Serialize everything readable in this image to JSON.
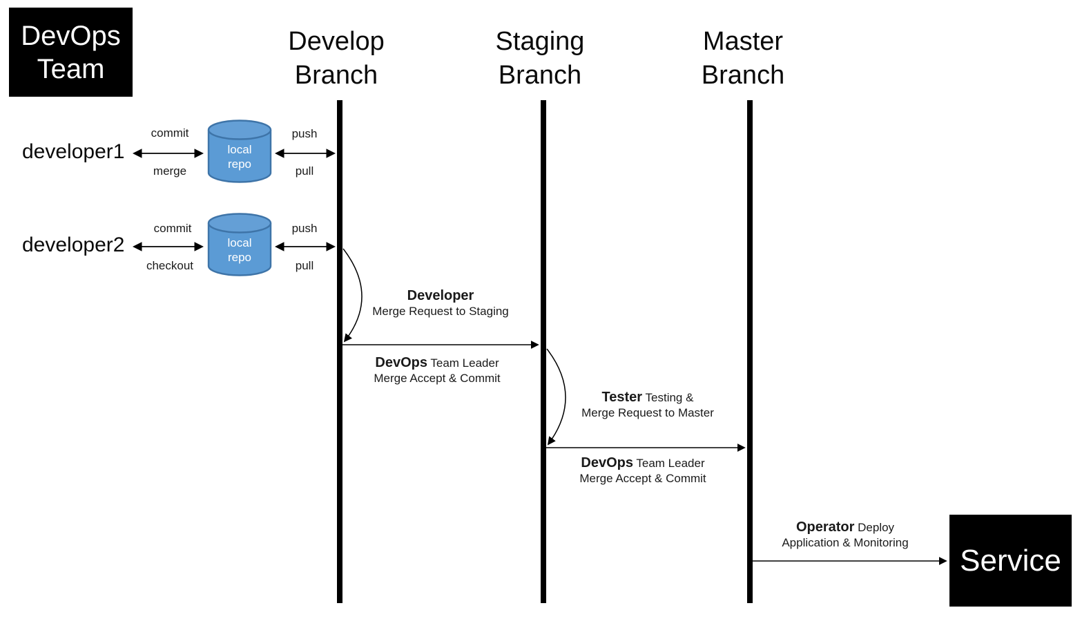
{
  "team_box": {
    "line1": "DevOps",
    "line2": "Team"
  },
  "branches": [
    {
      "name": "develop",
      "line1": "Develop",
      "line2": "Branch"
    },
    {
      "name": "staging",
      "line1": "Staging",
      "line2": "Branch"
    },
    {
      "name": "master",
      "line1": "Master",
      "line2": "Branch"
    }
  ],
  "developers": [
    {
      "name": "developer1",
      "arrow_left_top": "commit",
      "arrow_left_bottom": "merge",
      "repo_line1": "local",
      "repo_line2": "repo",
      "arrow_right_top": "push",
      "arrow_right_bottom": "pull"
    },
    {
      "name": "developer2",
      "arrow_left_top": "commit",
      "arrow_left_bottom": "checkout",
      "repo_line1": "local",
      "repo_line2": "repo",
      "arrow_right_top": "push",
      "arrow_right_bottom": "pull"
    }
  ],
  "flows": [
    {
      "actor": "Developer",
      "actor_rest": "",
      "action": "Merge Request to Staging"
    },
    {
      "actor": "DevOps",
      "actor_rest": " Team Leader",
      "action": "Merge Accept & Commit"
    },
    {
      "actor": "Tester",
      "actor_rest": " Testing &",
      "action": "Merge Request to Master"
    },
    {
      "actor": "DevOps",
      "actor_rest": " Team Leader",
      "action": "Merge Accept & Commit"
    },
    {
      "actor": "Operator",
      "actor_rest": " Deploy",
      "action": "Application & Monitoring"
    }
  ],
  "service_box": {
    "label": "Service"
  },
  "colors": {
    "repo_fill": "#5b9bd5",
    "repo_top_fill": "#649fd6",
    "repo_stroke": "#3e74a8",
    "box_bg": "#000000",
    "box_text": "#ffffff",
    "line": "#000000"
  }
}
